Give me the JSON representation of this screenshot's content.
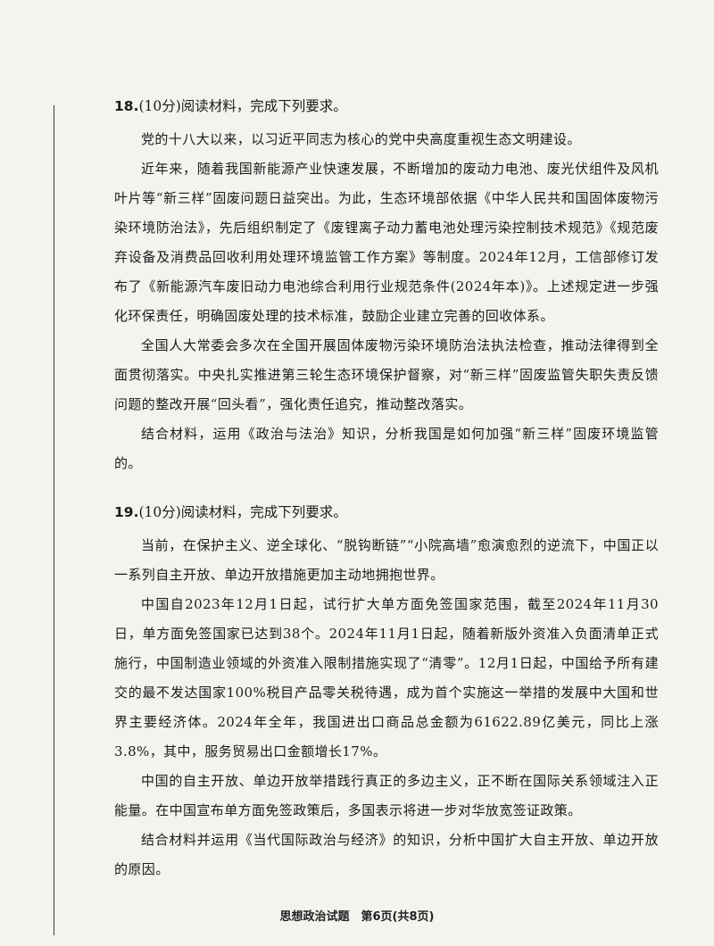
{
  "q18": {
    "number": "18.",
    "header": "(10分)阅读材料，完成下列要求。",
    "paragraphs": [
      "党的十八大以来，以习近平同志为核心的党中央高度重视生态文明建设。",
      "近年来，随着我国新能源产业快速发展，不断增加的废动力电池、废光伏组件及风机叶片等“新三样”固废问题日益突出。为此，生态环境部依据《中华人民共和国固体废物污染环境防治法》，先后组织制定了《废锂离子动力蓄电池处理污染控制技术规范》《规范废弃设备及消费品回收利用处理环境监管工作方案》等制度。2024年12月，工信部修订发布了《新能源汽车废旧动力电池综合利用行业规范条件(2024年本)》。上述规定进一步强化环保责任，明确固废处理的技术标准，鼓励企业建立完善的回收体系。",
      "全国人大常委会多次在全国开展固体废物污染环境防治法执法检查，推动法律得到全面贯彻落实。中央扎实推进第三轮生态环境保护督察，对“新三样”固废监管失职失责反馈问题的整改开展“回头看”，强化责任追究，推动整改落实。",
      "结合材料，运用《政治与法治》知识，分析我国是如何加强“新三样”固废环境监管的。"
    ]
  },
  "q19": {
    "number": "19.",
    "header": "(10分)阅读材料，完成下列要求。",
    "paragraphs": [
      "当前，在保护主义、逆全球化、“脱钩断链”“小院高墙”愈演愈烈的逆流下，中国正以一系列自主开放、单边开放措施更加主动地拥抱世界。",
      "中国自2023年12月1日起，试行扩大单方面免签国家范围，截至2024年11月30日，单方面免签国家已达到38个。2024年11月1日起，随着新版外资准入负面清单正式施行，中国制造业领域的外资准入限制措施实现了“清零”。12月1日起，中国给予所有建交的最不发达国家100%税目产品零关税待遇，成为首个实施这一举措的发展中大国和世界主要经济体。2024年全年，我国进出口商品总金额为61622.89亿美元，同比上涨3.8%，其中，服务贸易出口金额增长17%。",
      "中国的自主开放、单边开放举措践行真正的多边主义，正不断在国际关系领域注入正能量。在中国宣布单方面免签政策后，多国表示将进一步对华放宽签证政策。",
      "结合材料并运用《当代国际政治与经济》的知识，分析中国扩大自主开放、单边开放的原因。"
    ]
  },
  "footer": "思想政治试题　第6页(共8页)"
}
